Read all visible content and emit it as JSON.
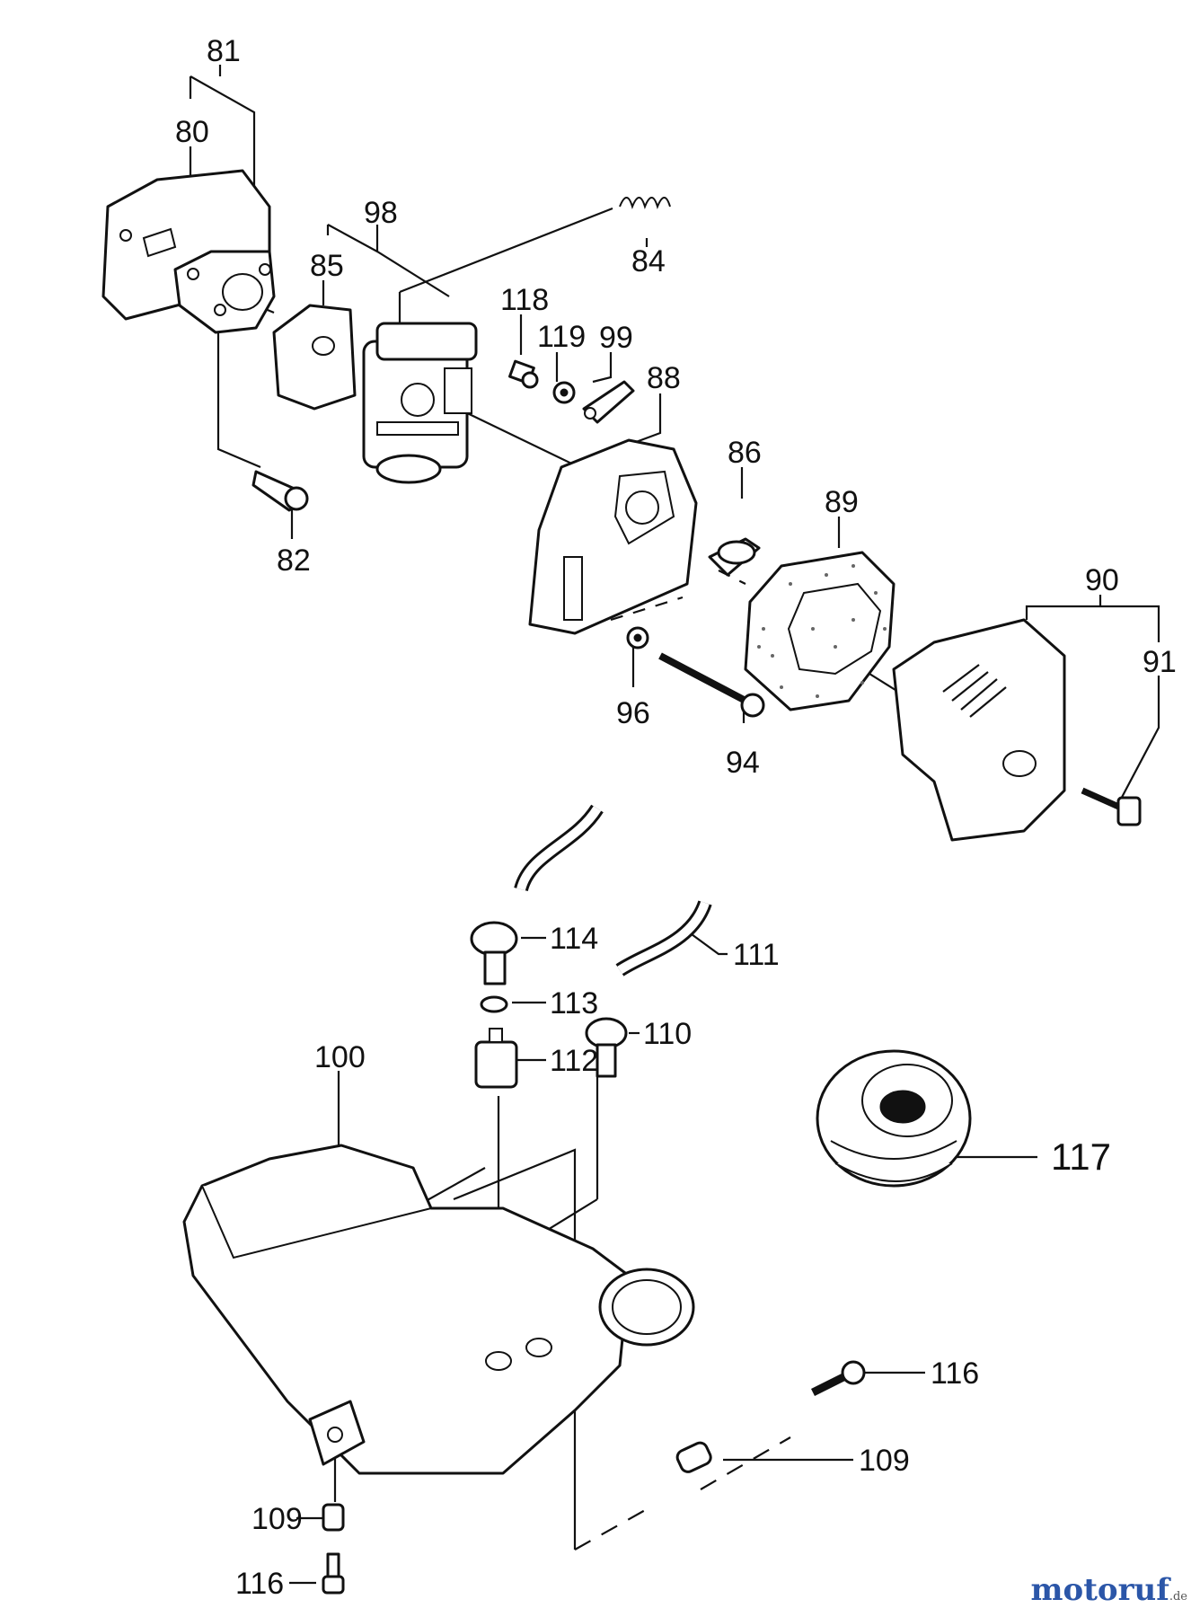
{
  "labels": {
    "l81": "81",
    "l80": "80",
    "l98": "98",
    "l84": "84",
    "l85": "85",
    "l118": "118",
    "l119": "119",
    "l99": "99",
    "l88": "88",
    "l86": "86",
    "l89": "89",
    "l90": "90",
    "l91": "91",
    "l82": "82",
    "l96": "96",
    "l94": "94",
    "l114": "114",
    "l111": "111",
    "l113": "113",
    "l110": "110",
    "l112": "112",
    "l100": "100",
    "l117": "117",
    "l116a": "116",
    "l109a": "109",
    "l109b": "109",
    "l116b": "116"
  },
  "watermark": {
    "brand": "motoruf",
    "tld": ".de"
  },
  "colors": {
    "ink": "#111111",
    "background": "#ffffff",
    "watermark": "#2b56a8"
  }
}
